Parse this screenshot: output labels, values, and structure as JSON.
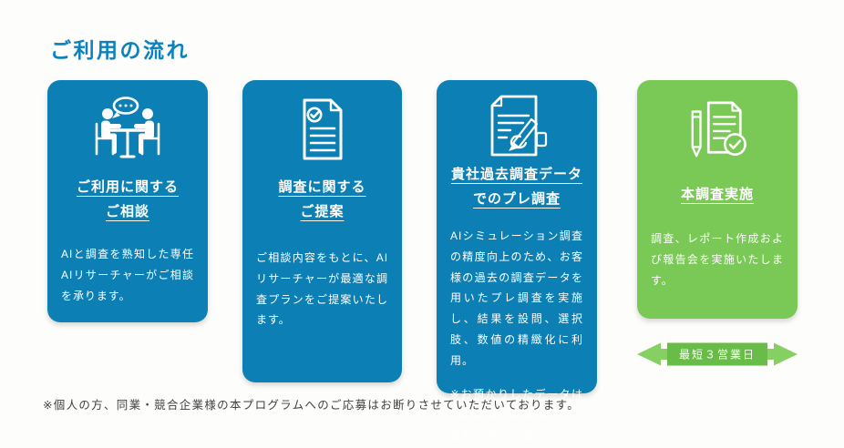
{
  "page": {
    "title": "ご利用の流れ",
    "footnote": "※個人の方、同業・競合企業様の本プログラムへのご応募はお断りさせていただいております。"
  },
  "colors": {
    "card_blue": "#0c80b4",
    "card_green": "#7ac957",
    "title_blue": "#0d81bc",
    "arrow_green": "#86cf63",
    "arrow_label_green": "#69bc47",
    "text_white": "#ffffff",
    "footnote_gray": "#3f3f3f"
  },
  "cards": [
    {
      "icon": "consultation-people-icon",
      "title_line1": "ご利用に関する",
      "title_line2": "ご相談",
      "body": "AIと調査を熟知した専任AIリサーチャーがご相談を承ります。"
    },
    {
      "icon": "proposal-document-check-icon",
      "title_line1": "調査に関する",
      "title_line2": "ご提案",
      "body": "ご相談内容をもとに、AIリサーチャーが最適な調査プランをご提案いたします。"
    },
    {
      "icon": "writing-document-pen-icon",
      "title_line1": "貴社過去調査データ",
      "title_line2": "でのプレ調査",
      "body": "AIシミュレーション調査の精度向上のため、お客様の過去の調査データを用いたプレ調査を実施し、結果を設問、選択肢、数値の精緻化に利用。",
      "note": "※お預かりしたデータはAIの学習には使用いたしませんのでご安心ください。"
    },
    {
      "icon": "pencil-document-check-icon",
      "title_line1": "本調査実施",
      "body": "調査、レポート作成および報告会を実施いたします。"
    }
  ],
  "arrow": {
    "label": "最短３営業日"
  }
}
